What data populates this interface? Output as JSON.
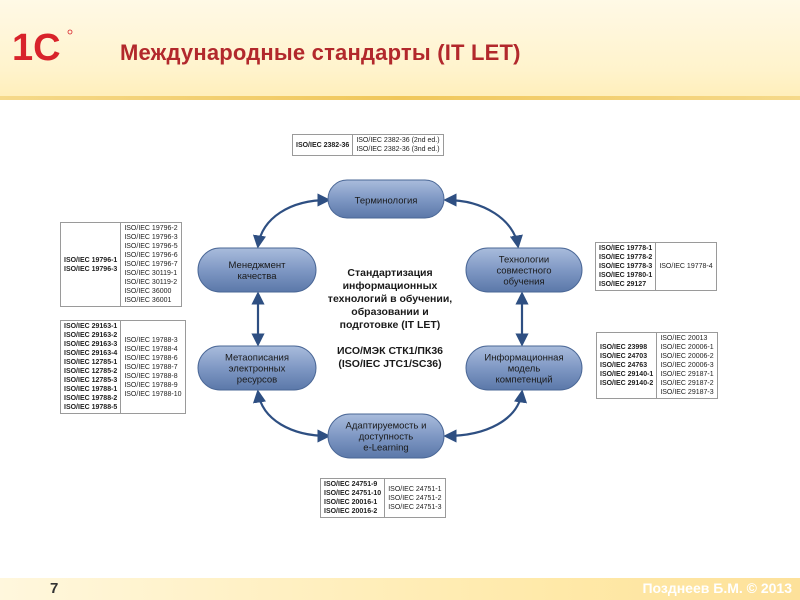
{
  "header": {
    "logo_text": "1С",
    "title": "Международные стандарты (IT LET)"
  },
  "footer": {
    "page_number": "7",
    "author": "Позднеев Б.М. © 2013"
  },
  "colors": {
    "title": "#b2282c",
    "node_fill": "#6f8bb9",
    "arrow": "#2e4f82"
  },
  "diagram": {
    "center_lines": [
      "Стандартизация",
      "информационных",
      "технологий в обучении,",
      "образовании и",
      "подготовке (IT LET)",
      "",
      "ИСО/МЭК СТК1/ПК36",
      "(ISO/IEC JTC1/SC36)"
    ],
    "nodes": {
      "terminology": [
        "Терминология"
      ],
      "quality": [
        "Менеджмент",
        "качества"
      ],
      "collab": [
        "Технологии",
        "совместного",
        "обучения"
      ],
      "metadata": [
        "Метаописания",
        "электронных",
        "ресурсов"
      ],
      "competence": [
        "Информационная",
        "модель",
        "компетенций"
      ],
      "adaptive": [
        "Адаптируемость и",
        "доступность",
        "e-Learning"
      ]
    }
  },
  "tables": {
    "terminology": [
      [
        "ISO/IEC 2382-36"
      ],
      [
        "ISO/IEC 2382-36 (2nd ed.)",
        "ISO/IEC 2382-36 (3nd ed.)"
      ]
    ],
    "quality": [
      [
        "ISO/IEC 19796-1",
        "ISO/IEC 19796-3"
      ],
      [
        "ISO/IEC 19796-2",
        "ISO/IEC 19796-3",
        "ISO/IEC 19796-5",
        "ISO/IEC 19796-6",
        "ISO/IEC 19796-7",
        "ISO/IEC 30119-1",
        "ISO/IEC 30119-2",
        "ISO/IEC 36000",
        "ISO/IEC 36001"
      ]
    ],
    "collab": [
      [
        "ISO/IEC 19778-1",
        "ISO/IEC 19778-2",
        "ISO/IEC 19778-3",
        "ISO/IEC 19780-1",
        "ISO/IEC 29127"
      ],
      [
        "ISO/IEC 19778-4"
      ]
    ],
    "metadata": [
      [
        "ISO/IEC 29163-1",
        "ISO/IEC 29163-2",
        "ISO/IEC 29163-3",
        "ISO/IEC 29163-4",
        "ISO/IEC 12785-1",
        "ISO/IEC 12785-2",
        "ISO/IEC 12785-3",
        "ISO/IEC 19788-1",
        "ISO/IEC 19788-2",
        "ISO/IEC 19788-5"
      ],
      [
        "ISO/IEC 19788-3",
        "ISO/IEC 19788-4",
        "ISO/IEC 19788-6",
        "ISO/IEC 19788-7",
        "ISO/IEC 19788-8",
        "ISO/IEC 19788-9",
        "ISO/IEC 19788-10"
      ]
    ],
    "competence": [
      [
        "ISO/IEC 23998",
        "ISO/IEC 24703",
        "ISO/IEC 24763",
        "ISO/IEC 29140-1",
        "ISO/IEC 29140-2"
      ],
      [
        "ISO/IEC 20013",
        "ISO/IEC 20006-1",
        "ISO/IEC 20006-2",
        "ISO/IEC 20006-3",
        "ISO/IEC 29187-1",
        "ISO/IEC 29187-2",
        "ISO/IEC 29187-3"
      ]
    ],
    "adaptive": [
      [
        "ISO/IEC 24751-9",
        "ISO/IEC 24751-10",
        "ISO/IEC 20016-1",
        "ISO/IEC 20016-2"
      ],
      [
        "ISO/IEC 24751-1",
        "ISO/IEC 24751-2",
        "ISO/IEC 24751-3"
      ]
    ]
  }
}
